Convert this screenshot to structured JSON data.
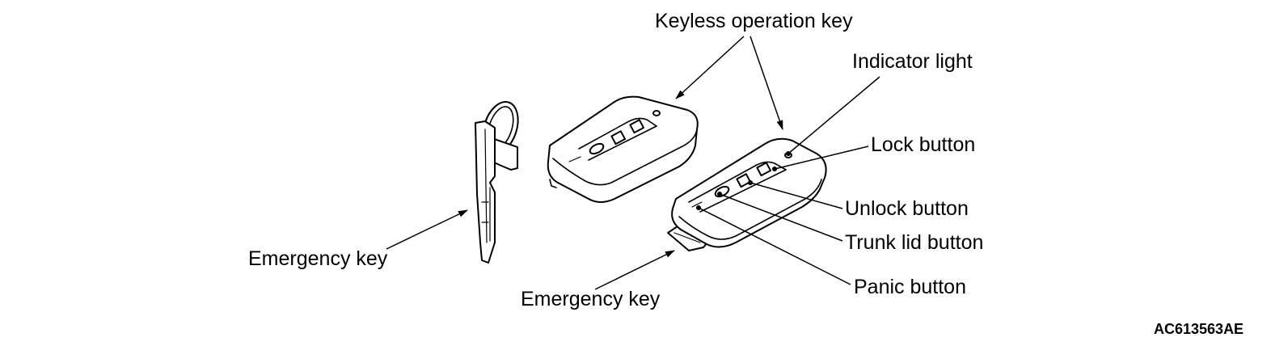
{
  "labels": {
    "keyless_operation_key": "Keyless operation key",
    "indicator_light": "Indicator light",
    "lock_button": "Lock button",
    "unlock_button": "Unlock button",
    "trunk_lid_button": "Trunk lid button",
    "panic_button": "Panic button",
    "emergency_key_left": "Emergency key",
    "emergency_key_bottom": "Emergency key"
  },
  "figure_code": "AC613563AE"
}
